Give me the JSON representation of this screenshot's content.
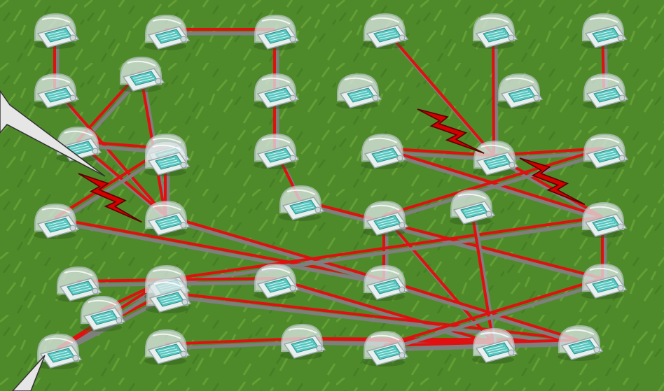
{
  "diagram": {
    "background": "grass-field",
    "colors": {
      "grass_light": "#6fae3c",
      "grass_dark": "#3f7a22",
      "link": "#e01010",
      "link_shadow": "#7f7f7f",
      "lightning": "#d40000",
      "device_body": "#dfe9ea",
      "device_screen": "#55c7c0",
      "callout": "#e6e6e6"
    },
    "node_icon": "wireless-sensor-node-icon",
    "interference_icon": "lightning-bolt-icon",
    "callout_icon": "speech-callout-pointer",
    "nodes": [
      {
        "id": "n1"
      },
      {
        "id": "n2"
      },
      {
        "id": "n3"
      },
      {
        "id": "n4"
      },
      {
        "id": "n5"
      },
      {
        "id": "n6"
      },
      {
        "id": "n7"
      },
      {
        "id": "n8"
      },
      {
        "id": "n9"
      },
      {
        "id": "n10"
      },
      {
        "id": "n11"
      },
      {
        "id": "n12"
      },
      {
        "id": "n13"
      },
      {
        "id": "n14"
      },
      {
        "id": "n15"
      },
      {
        "id": "n16"
      },
      {
        "id": "n17"
      },
      {
        "id": "n18"
      },
      {
        "id": "n19"
      },
      {
        "id": "n20"
      },
      {
        "id": "n21"
      },
      {
        "id": "n22"
      },
      {
        "id": "n23"
      },
      {
        "id": "n24"
      },
      {
        "id": "n25"
      },
      {
        "id": "n26"
      },
      {
        "id": "n27"
      },
      {
        "id": "n28"
      },
      {
        "id": "n29"
      },
      {
        "id": "n30"
      },
      {
        "id": "n31"
      },
      {
        "id": "n32"
      },
      {
        "id": "n33"
      },
      {
        "id": "n34"
      },
      {
        "id": "n35"
      },
      {
        "id": "n36"
      },
      {
        "id": "n37"
      },
      {
        "id": "n38"
      }
    ],
    "links": [
      [
        "n1",
        "n7"
      ],
      [
        "n2",
        "n3"
      ],
      [
        "n3",
        "n9"
      ],
      [
        "n9",
        "n14"
      ],
      [
        "n4",
        "n12"
      ],
      [
        "n5",
        "n12"
      ],
      [
        "n6",
        "n10"
      ],
      [
        "n8",
        "n13"
      ],
      [
        "n7",
        "n17"
      ],
      [
        "n8",
        "n17"
      ],
      [
        "n13",
        "n17"
      ],
      [
        "n17",
        "n24"
      ],
      [
        "n13",
        "n18"
      ],
      [
        "n14",
        "n21"
      ],
      [
        "n18",
        "n19"
      ],
      [
        "n12",
        "n20"
      ],
      [
        "n12",
        "n16"
      ],
      [
        "n12",
        "n22"
      ],
      [
        "n16",
        "n22"
      ],
      [
        "n20",
        "n23"
      ],
      [
        "n19",
        "n26"
      ],
      [
        "n17",
        "n26"
      ],
      [
        "n23",
        "n26"
      ],
      [
        "n23",
        "n34"
      ],
      [
        "n22",
        "n32"
      ],
      [
        "n21",
        "n32"
      ],
      [
        "n22",
        "n28"
      ],
      [
        "n28",
        "n33"
      ],
      [
        "n27",
        "n28"
      ],
      [
        "n28",
        "n30"
      ],
      [
        "n29",
        "n35"
      ],
      [
        "n29",
        "n28"
      ],
      [
        "n30",
        "n34"
      ],
      [
        "n36",
        "n37"
      ],
      [
        "n34",
        "n36"
      ],
      [
        "n35",
        "n37"
      ],
      [
        "n26",
        "n37"
      ],
      [
        "n37",
        "n38"
      ],
      [
        "n25",
        "n34"
      ],
      [
        "n31",
        "n36"
      ],
      [
        "n32",
        "n38"
      ]
    ],
    "interference": [
      {
        "id": "bolt-1"
      },
      {
        "id": "bolt-2"
      },
      {
        "id": "bolt-3"
      }
    ]
  }
}
